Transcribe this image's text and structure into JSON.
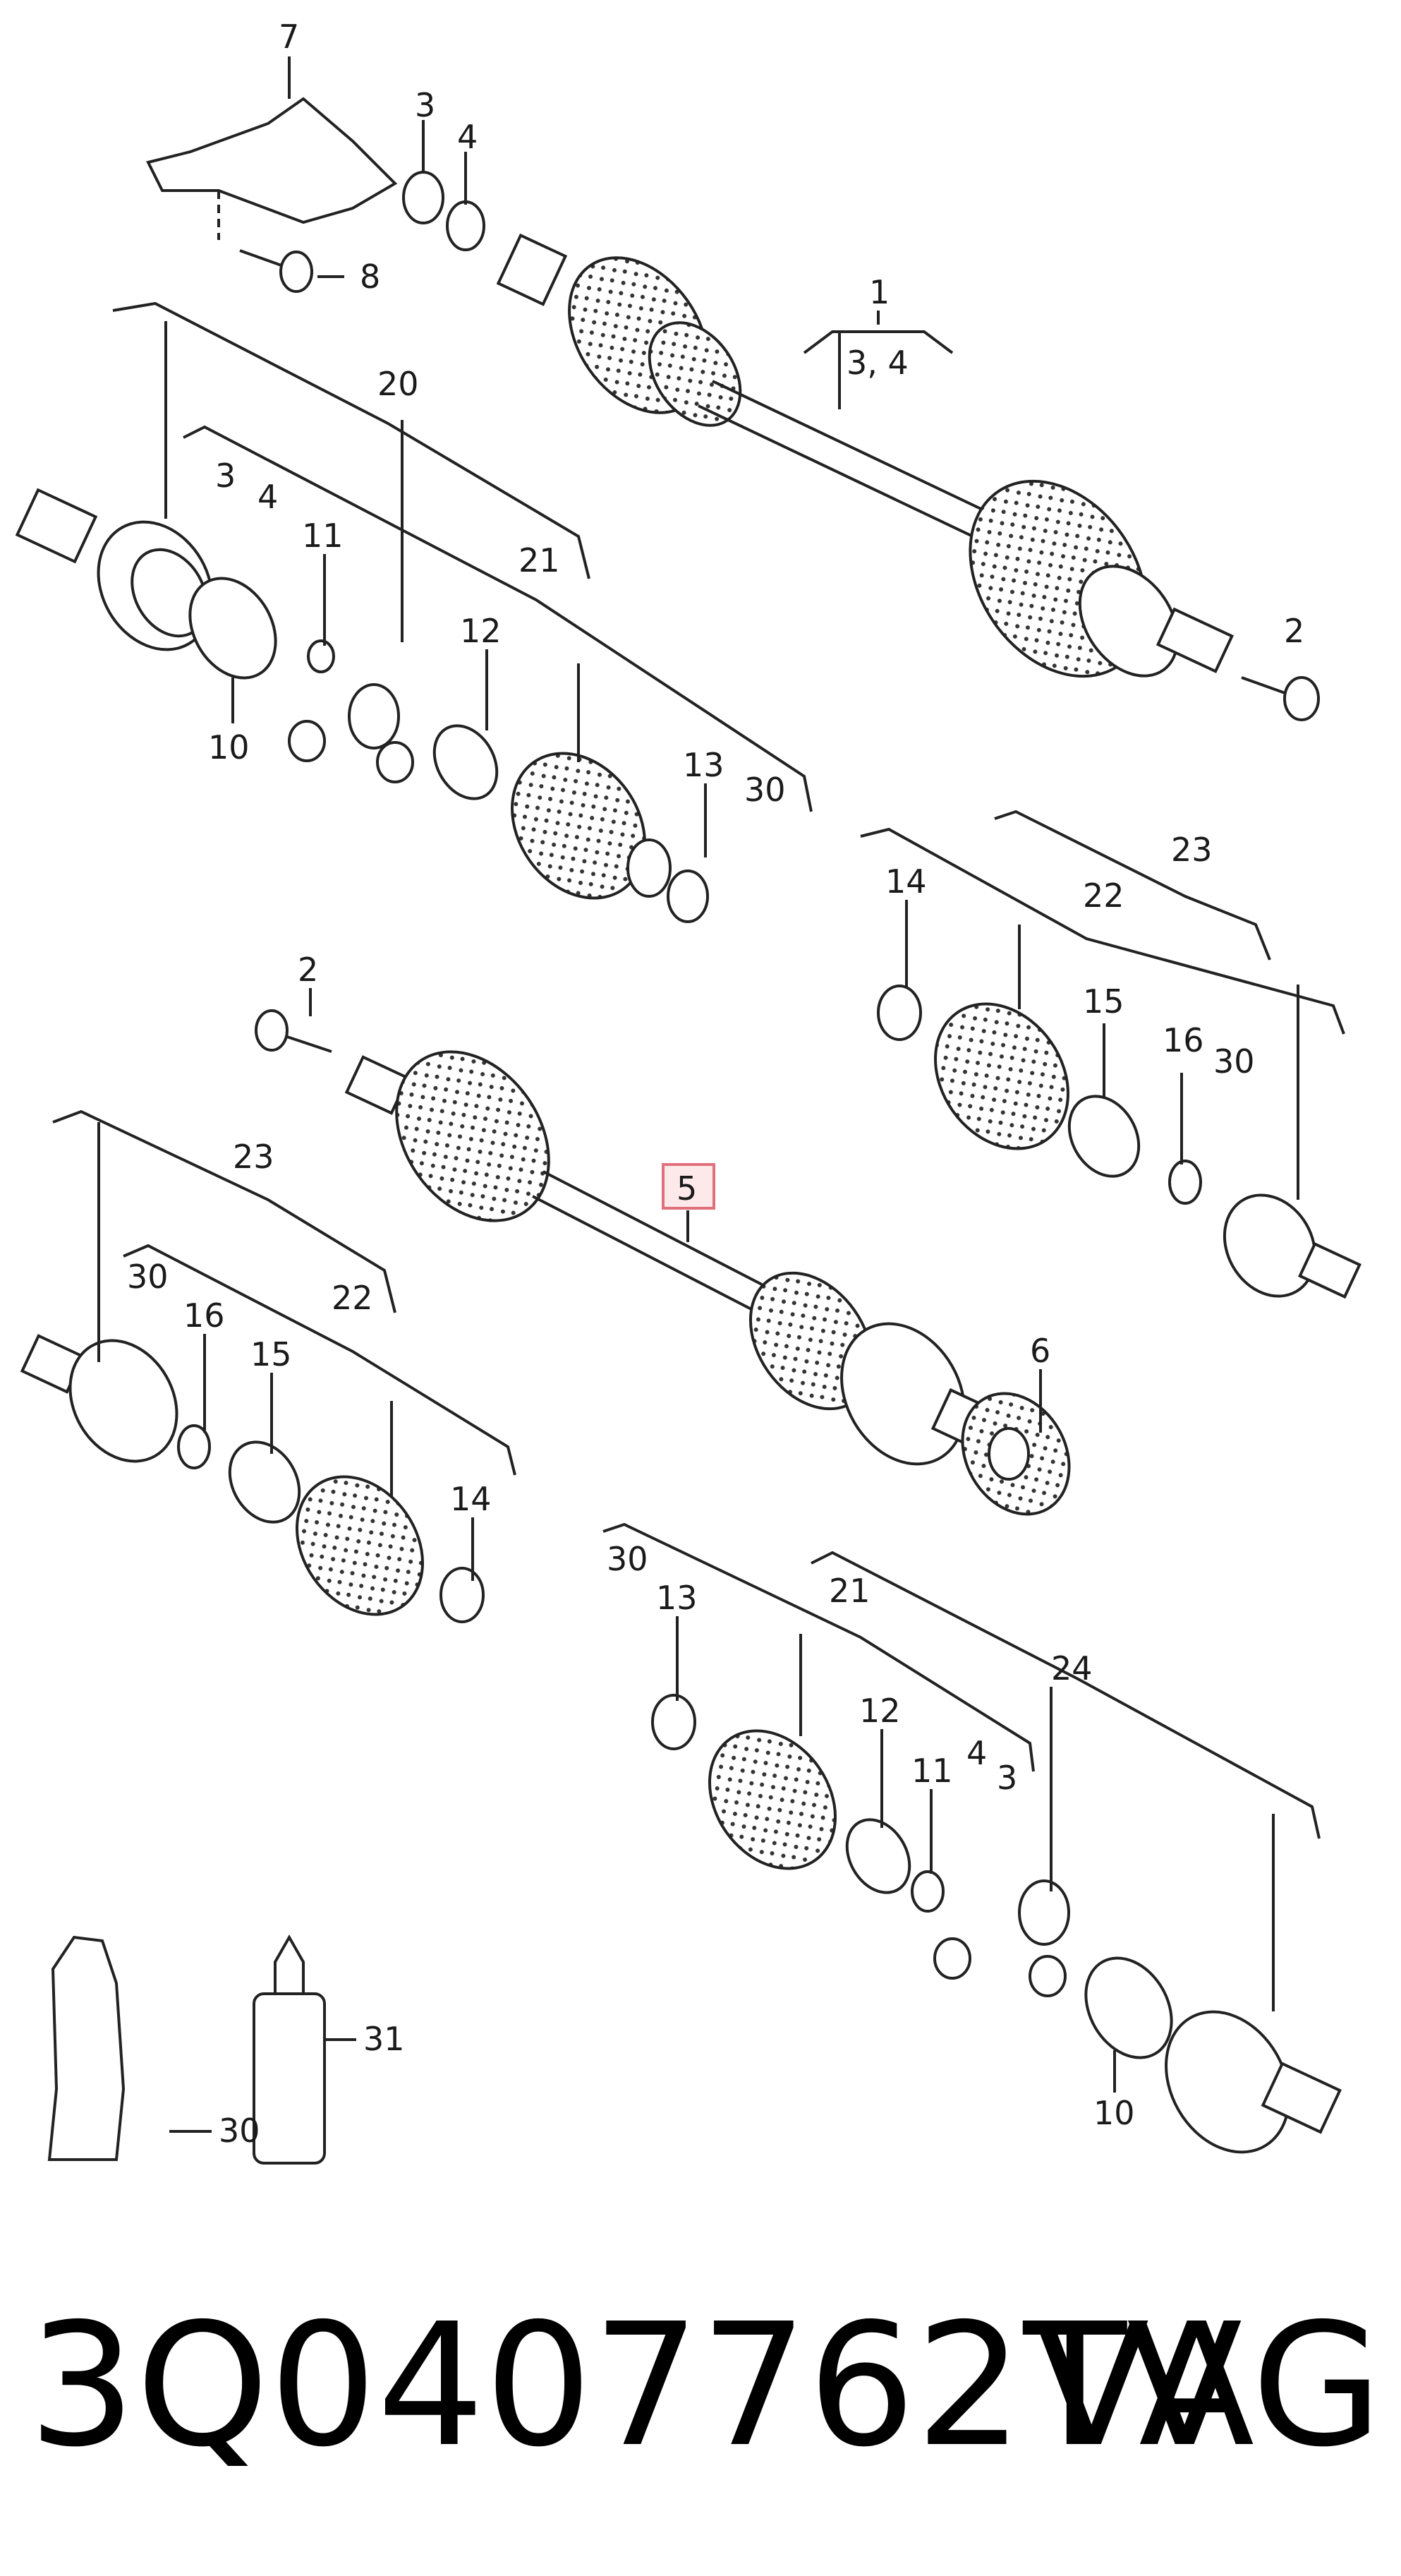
{
  "labels": {
    "l1": "1",
    "l34": "3, 4",
    "l7": "7",
    "l3a": "3",
    "l4a": "4",
    "l8": "8",
    "l20": "20",
    "l3b": "3",
    "l4b": "4",
    "l11a": "11",
    "l21a": "21",
    "l10a": "10",
    "l12a": "12",
    "l13a": "13",
    "l30a": "30",
    "l2a": "2",
    "l23a": "23",
    "l14a": "14",
    "l22a": "22",
    "l15a": "15",
    "l16a": "16",
    "l30b": "30",
    "l2b": "2",
    "l5": "5",
    "l23b": "23",
    "l30c": "30",
    "l16b": "16",
    "l15b": "15",
    "l22b": "22",
    "l14b": "14",
    "l6": "6",
    "l30d": "30",
    "l13b": "13",
    "l21b": "21",
    "l24": "24",
    "l12b": "12",
    "l11b": "11",
    "l4c": "4",
    "l3c": "3",
    "l10b": "10",
    "l30e": "30",
    "l31": "31"
  },
  "caption": {
    "part_number": "3Q0407762TV",
    "brand": "VAG"
  },
  "highlight_color": "#e0707a"
}
